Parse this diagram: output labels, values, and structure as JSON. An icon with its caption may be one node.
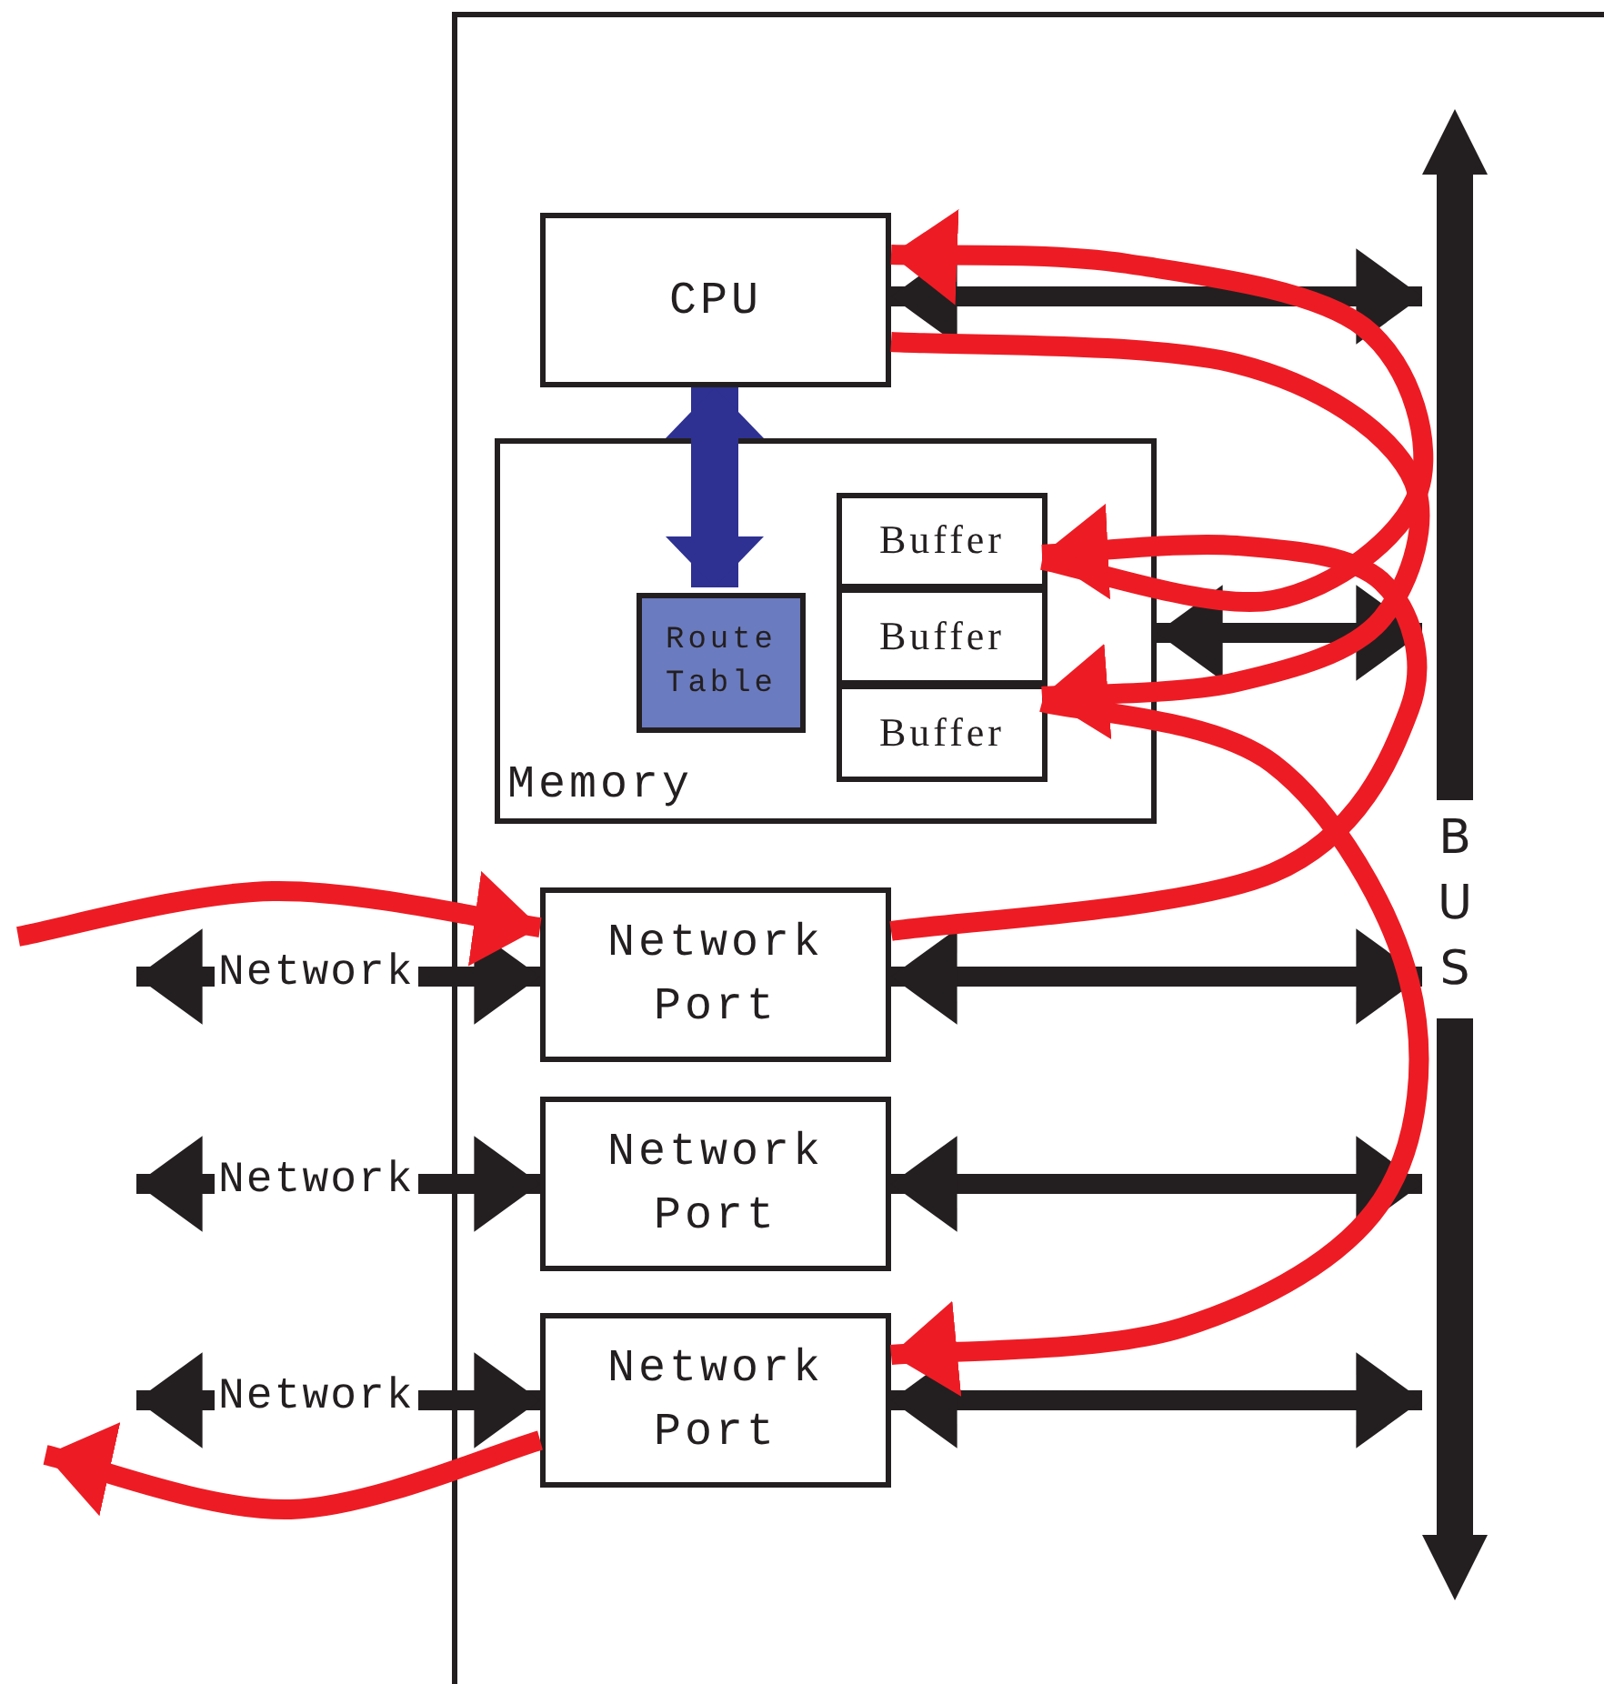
{
  "diagram": {
    "nodes": [
      {
        "text": [
          "CPU"
        ]
      },
      {
        "text": [
          "Memory"
        ]
      },
      {
        "text": [
          "Route Table"
        ],
        "in": 1
      },
      {
        "text": [
          "Buffer"
        ],
        "in": 1
      },
      {
        "text": [
          "Buffer"
        ],
        "in": 1
      },
      {
        "text": [
          "Buffer"
        ],
        "in": 1
      },
      {
        "text": [
          "Network Port"
        ]
      },
      {
        "text": [
          "Network Port"
        ]
      },
      {
        "text": [
          "Network Port"
        ]
      },
      {
        "text": [
          "BUS"
        ]
      }
    ],
    "edges": [
      {
        "from": 0,
        "to": 9,
        "arrow": "both"
      },
      {
        "from": 1,
        "to": 9,
        "arrow": "both"
      },
      {
        "from": 6,
        "to": 9,
        "arrow": "both"
      },
      {
        "from": 7,
        "to": 9,
        "arrow": "both"
      },
      {
        "from": 8,
        "to": 9,
        "arrow": "both"
      },
      {
        "from": 0,
        "to": 2,
        "arrow": "both",
        "style": "thick",
        "color": "#2e3192"
      },
      {
        "from": null,
        "to": 6,
        "arrow": "both",
        "label": "Network"
      },
      {
        "from": null,
        "to": 7,
        "arrow": "both",
        "label": "Network"
      },
      {
        "from": null,
        "to": 8,
        "arrow": "both",
        "label": "Network"
      },
      {
        "from": null,
        "to": 6,
        "arrow": "to",
        "color": "#ed1c24"
      },
      {
        "from": 6,
        "to": 3,
        "arrow": "to",
        "color": "#ed1c24"
      },
      {
        "from": 3,
        "to": 0,
        "arrow": "to",
        "color": "#ed1c24"
      },
      {
        "from": 0,
        "to": 5,
        "arrow": "to",
        "color": "#ed1c24"
      },
      {
        "from": 5,
        "to": 8,
        "arrow": "to",
        "color": "#ed1c24"
      },
      {
        "from": 8,
        "to": null,
        "arrow": "to",
        "color": "#ed1c24"
      }
    ]
  }
}
